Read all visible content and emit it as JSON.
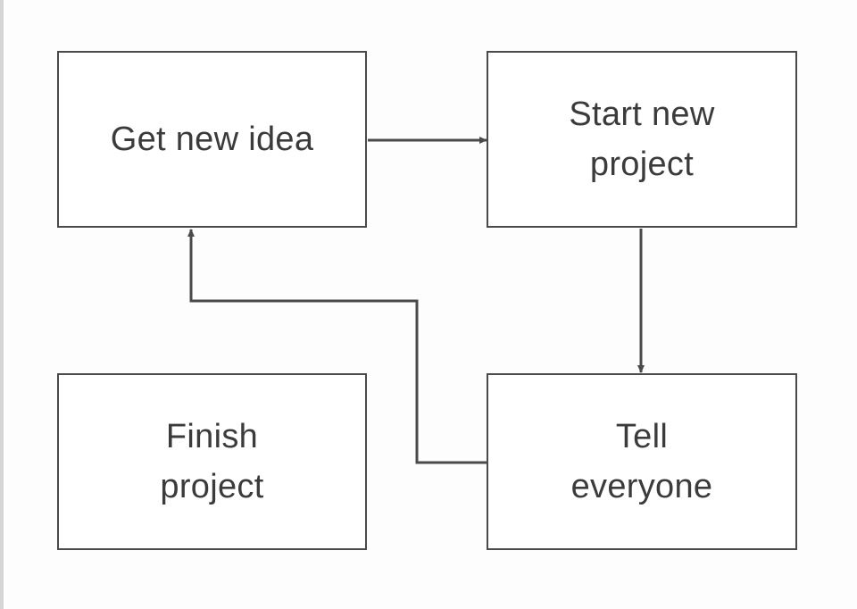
{
  "diagram": {
    "nodes": {
      "get_idea": "Get new idea",
      "start_project": "Start new\nproject",
      "finish_project": "Finish\nproject",
      "tell_everyone": "Tell\neveryone"
    },
    "edges": [
      {
        "from": "get_idea",
        "to": "start_project"
      },
      {
        "from": "start_project",
        "to": "tell_everyone"
      },
      {
        "from": "tell_everyone",
        "to": "get_idea"
      }
    ],
    "colors": {
      "stroke": "#4a4a4a",
      "text": "#3b3b3b",
      "background": "#fdfdfd"
    }
  }
}
